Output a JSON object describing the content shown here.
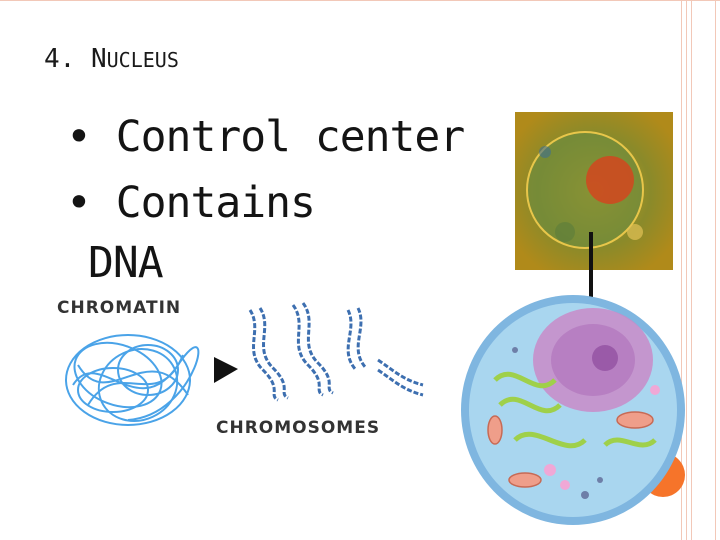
{
  "slide": {
    "title_number": "4.",
    "title_first_letter": "N",
    "title_rest": "UCLEUS",
    "bullets": [
      "• Control center",
      "• Contains",
      "DNA"
    ]
  },
  "diagram": {
    "chromatin_label": "CHROMATIN",
    "chromosomes_label": "CHROMOSOMES"
  },
  "colors": {
    "accent": "#f6742a",
    "frame": "#f2c8b8",
    "chromatin": "#4aa3e8",
    "chromosome": "#3d6fb0",
    "cell_body": "#a9d6ef",
    "nucleus": "#c98bc8"
  }
}
